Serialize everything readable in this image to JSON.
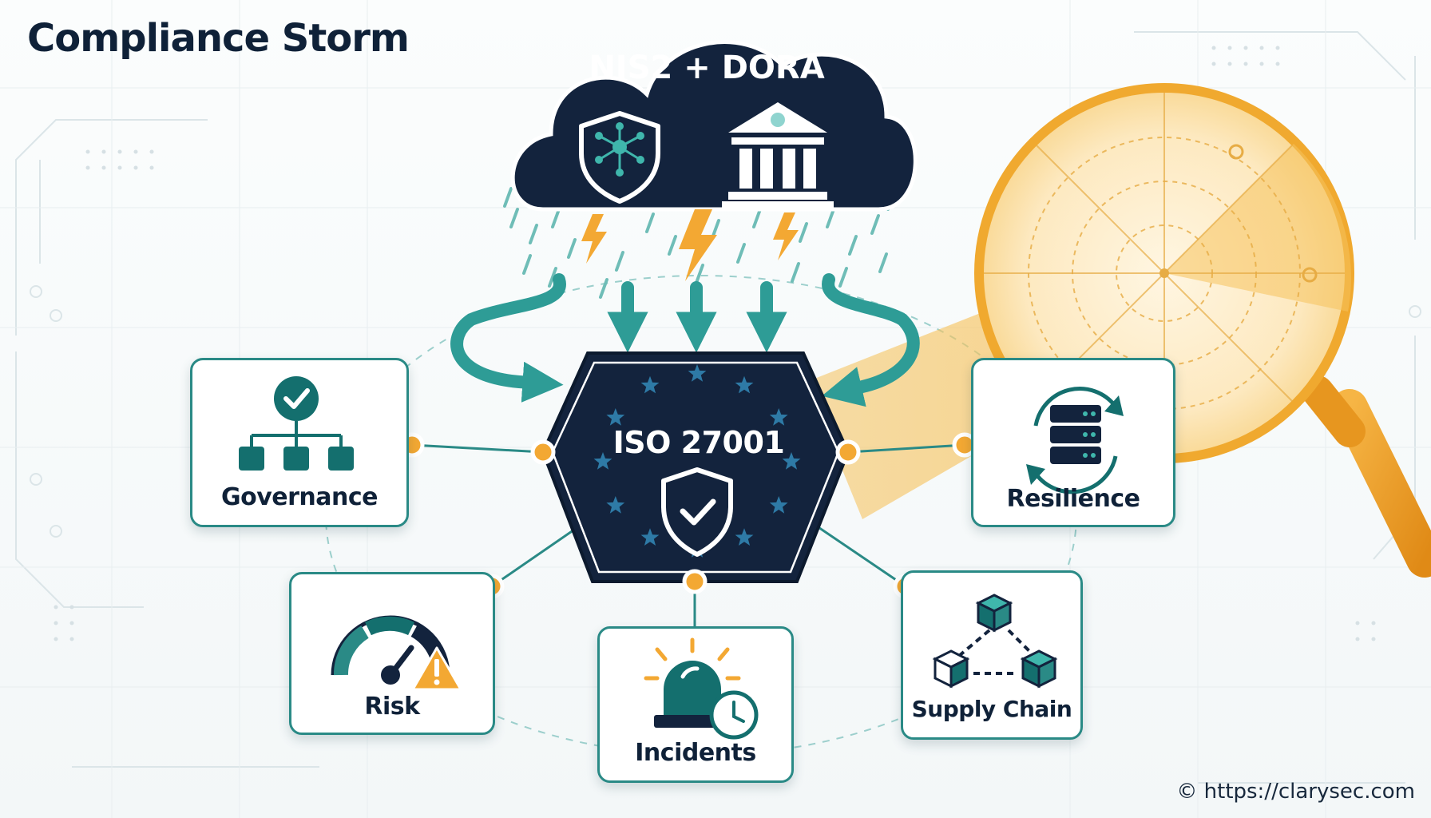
{
  "title": "Compliance Storm",
  "storm": {
    "label": "NIS2 + DORA",
    "icons": [
      "network-shield-icon",
      "bank-building-icon"
    ]
  },
  "hub": {
    "label": "ISO 27001",
    "icon": "shield-check-icon"
  },
  "domains": [
    {
      "label": "Governance",
      "icon": "org-chart-check-icon"
    },
    {
      "label": "Resilience",
      "icon": "server-sync-icon"
    },
    {
      "label": "Risk",
      "icon": "gauge-warning-icon"
    },
    {
      "label": "Incidents",
      "icon": "alarm-clock-icon"
    },
    {
      "label": "Supply Chain",
      "icon": "linked-cubes-icon"
    }
  ],
  "copyright": "© https://clarysec.com",
  "colors": {
    "navy": "#13233d",
    "teal": "#2a8a86",
    "dark_teal": "#146f6e",
    "orange": "#f3a833",
    "amber": "#f0b345"
  }
}
